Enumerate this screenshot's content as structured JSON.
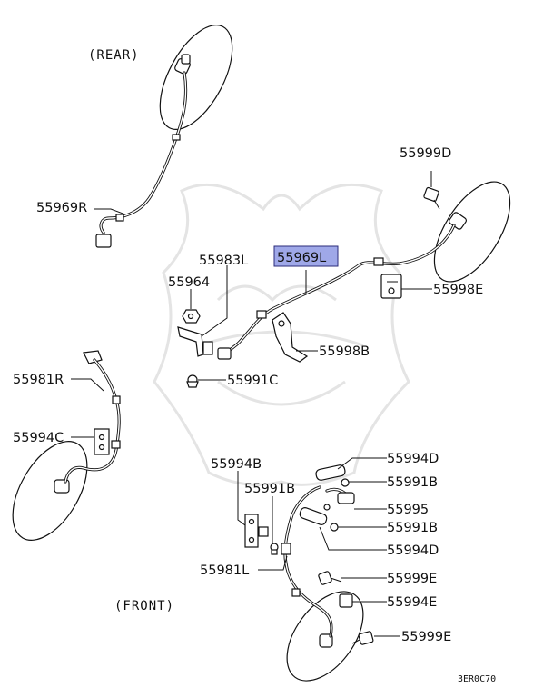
{
  "sections": {
    "rear": "(REAR)",
    "front": "(FRONT)"
  },
  "diagram_code": "3ER0C70",
  "highlight_color": "#9fa8e8",
  "labels": {
    "p55969R": "55969R",
    "p55999D": "55999D",
    "p55983L": "55983L",
    "p55969L": "55969L",
    "p55964": "55964",
    "p55998E": "55998E",
    "p55998B": "55998B",
    "p55991C": "55991C",
    "p55981R": "55981R",
    "p55994C": "55994C",
    "p55994B": "55994B",
    "p55994D_a": "55994D",
    "p55991B_a": "55991B",
    "p55991B_b": "55991B",
    "p55995": "55995",
    "p55991B_c": "55991B",
    "p55994D_b": "55994D",
    "p55981L": "55981L",
    "p55999E_a": "55999E",
    "p55994E": "55994E",
    "p55999E_b": "55999E"
  }
}
